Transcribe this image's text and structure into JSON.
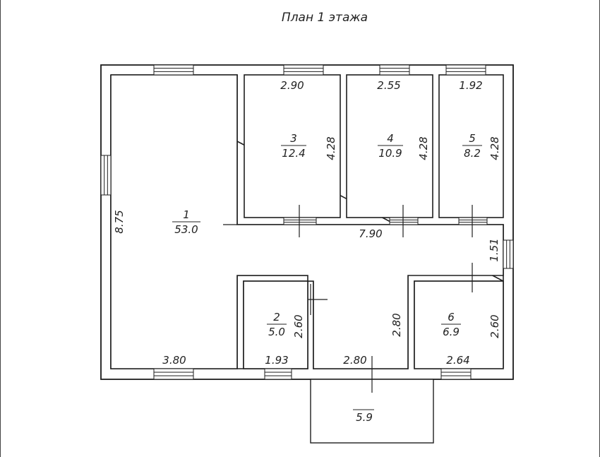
{
  "title": "План 1 этажа",
  "colors": {
    "wall": "#3a3a3a",
    "line": "#1e1e1e",
    "background": "#ffffff",
    "text": "#222222"
  },
  "rooms": [
    {
      "number": "1",
      "area": "53.0"
    },
    {
      "number": "2",
      "area": "5.0"
    },
    {
      "number": "3",
      "area": "12.4"
    },
    {
      "number": "4",
      "area": "10.9"
    },
    {
      "number": "5",
      "area": "8.2"
    },
    {
      "number": "6",
      "area": "6.9"
    }
  ],
  "porch": {
    "area": "5.9"
  },
  "dimensions": {
    "room1_height": "8.75",
    "room1_width": "3.80",
    "room2_width": "1.93",
    "room2_height": "2.60",
    "room3_width": "2.90",
    "room3_height": "4.28",
    "room4_width": "2.55",
    "room4_height": "4.28",
    "room5_width": "1.92",
    "room5_height": "4.28",
    "room6_width": "2.64",
    "room6_height": "2.60",
    "corridor_width": "7.90",
    "corridor_height": "1.51",
    "hall_height": "2.80",
    "hall_width": "2.80"
  }
}
